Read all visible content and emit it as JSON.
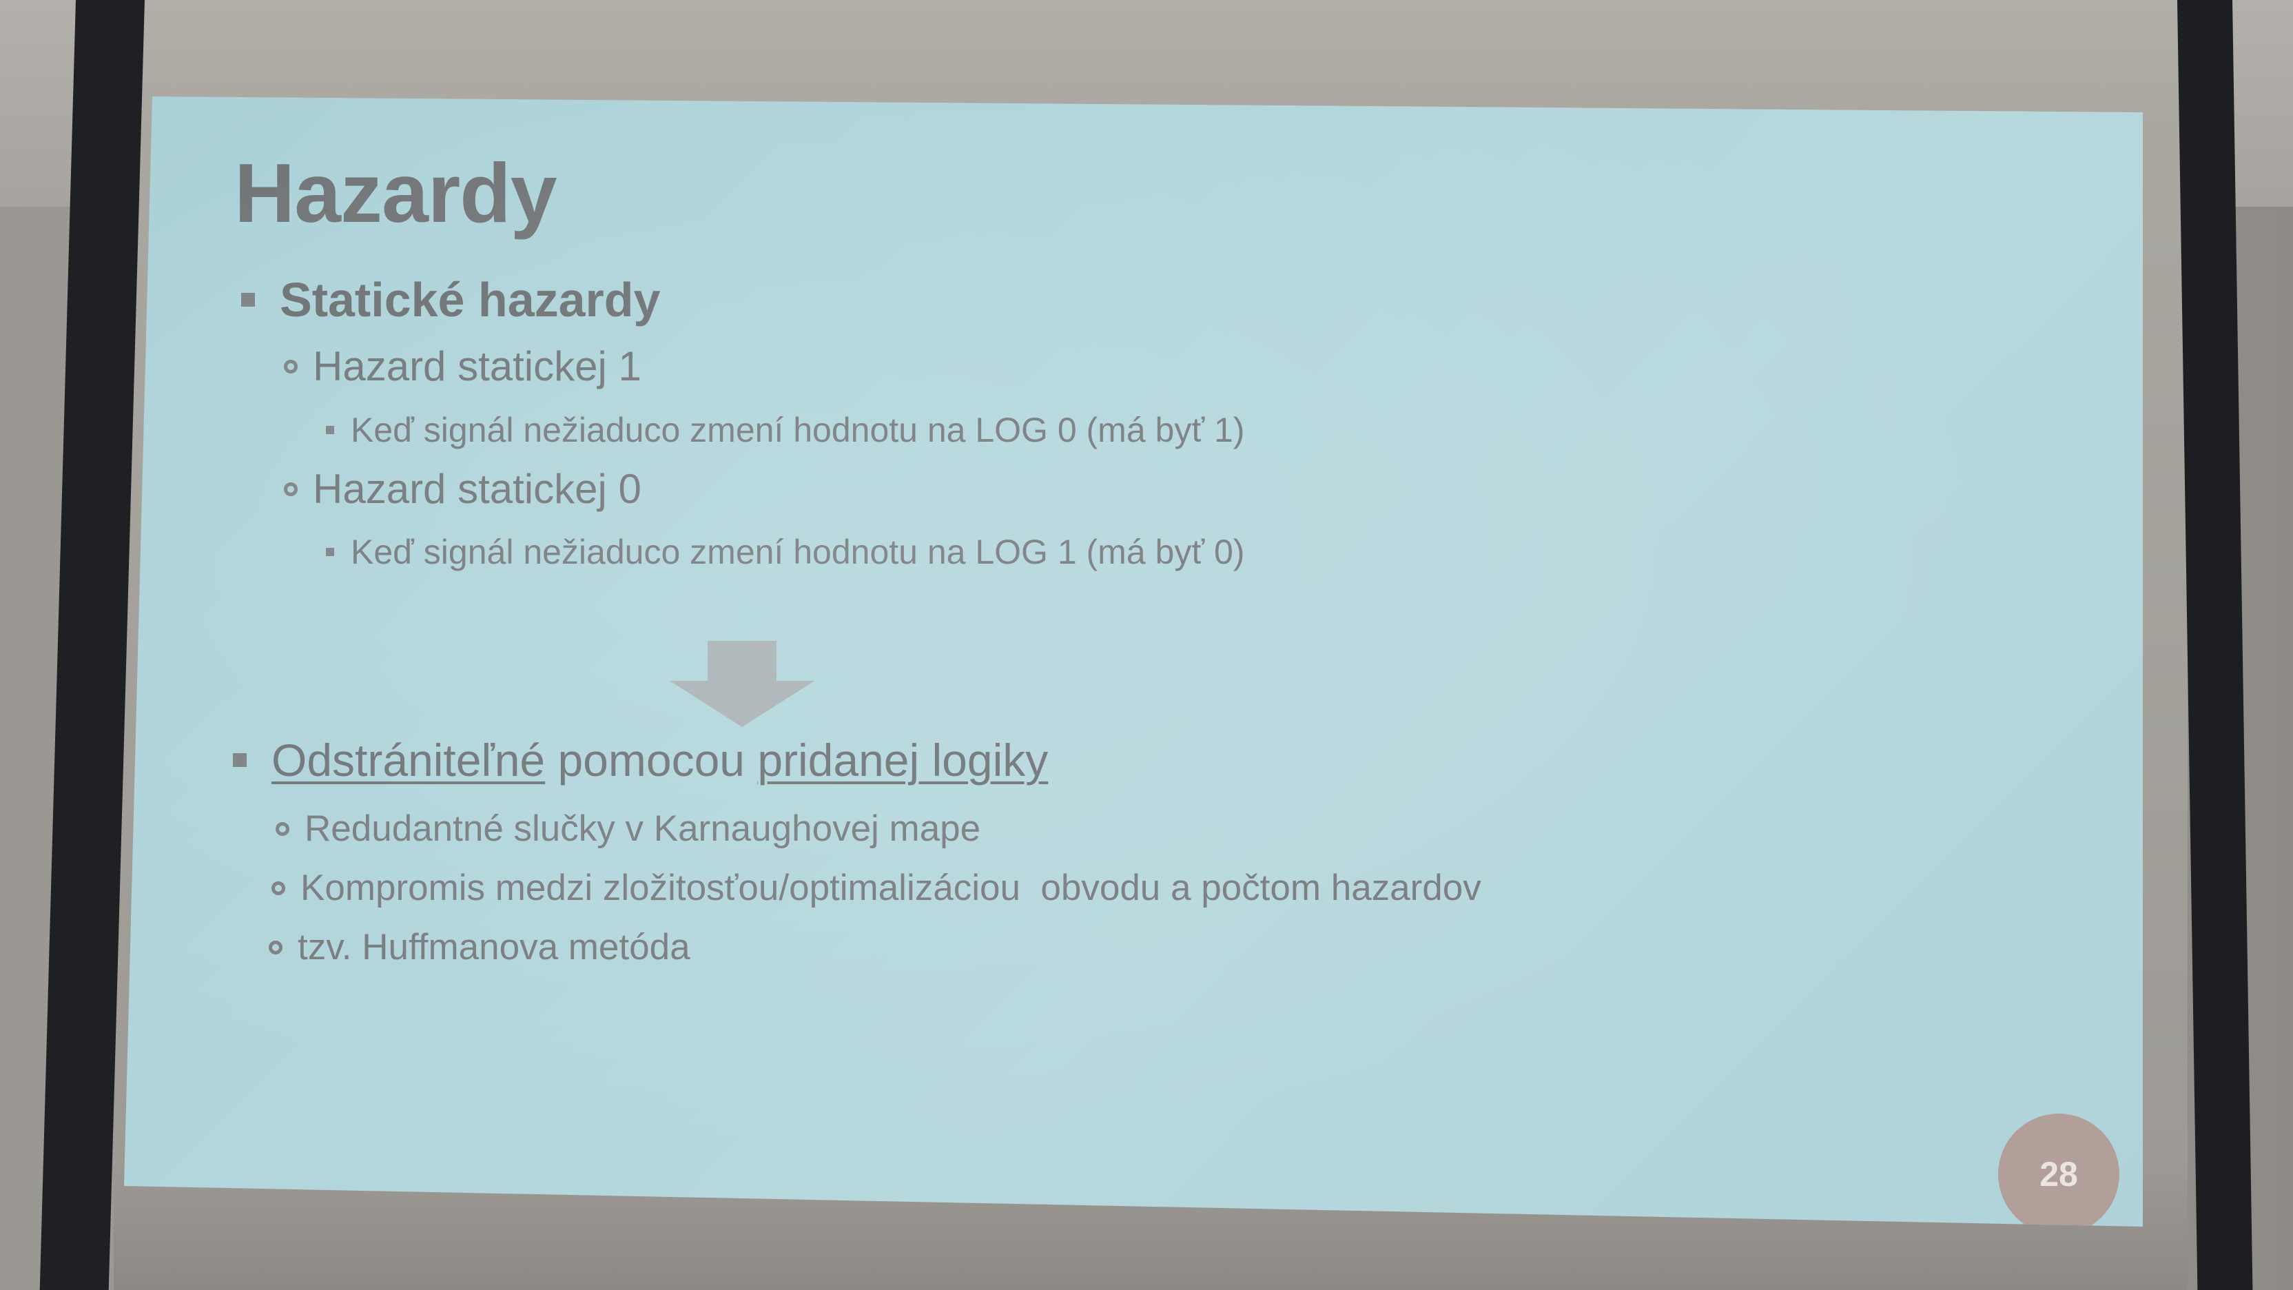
{
  "slide": {
    "title": "Hazardy",
    "section1": {
      "heading": "Statické hazardy",
      "items": [
        {
          "label": "Hazard statickej 1",
          "detail": "Keď signál nežiaduco zmení hodnotu na LOG 0 (má byť 1)"
        },
        {
          "label": "Hazard statickej 0",
          "detail": "Keď signál nežiaduco zmení hodnotu na LOG 1 (má byť 0)"
        }
      ]
    },
    "section2": {
      "heading_part1": "Odstrániteľné",
      "heading_part2": " pomocou ",
      "heading_part3": "pridanej logiky",
      "items": [
        "Redudantné slučky v Karnaughovej mape",
        "Kompromis medzi zložitosťou/optimalizáciou  obvodu a počtom hazardov",
        "tzv. Huffmanova metóda"
      ]
    },
    "page_number": "28"
  },
  "colors": {
    "slide_background": "#b2d6dc",
    "text": "#707375",
    "arrow": "#a9b2b5",
    "page_badge": "#b39f9a"
  },
  "icons": {
    "arrow": "down-arrow-icon",
    "bullet_l1": "square-bullet-icon",
    "bullet_l2": "circle-bullet-icon",
    "bullet_l3": "dot-bullet-icon"
  }
}
